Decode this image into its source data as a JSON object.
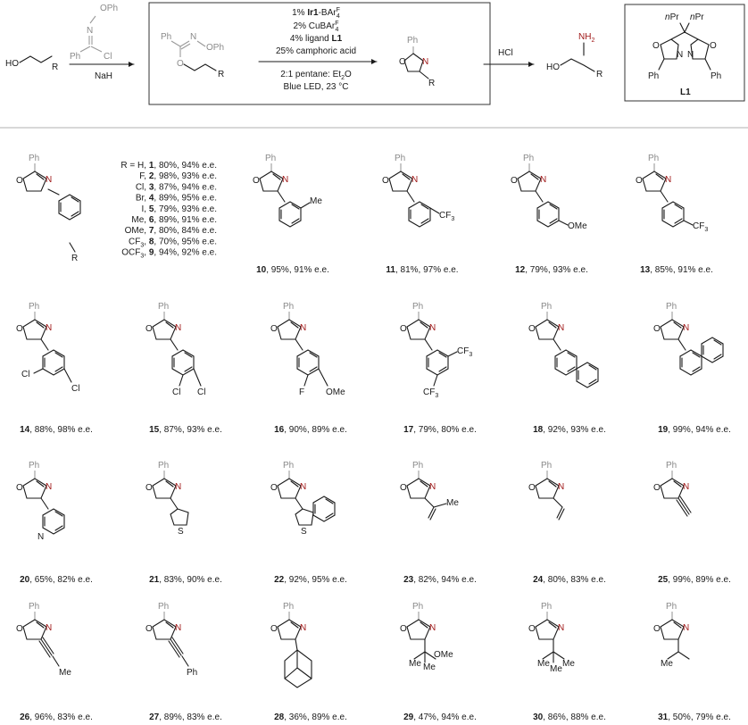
{
  "scheme": {
    "start_material_label": "HO",
    "start_r": "R",
    "reagent_top": {
      "o_label": "OPh",
      "n_label": "N",
      "ph_label": "Ph",
      "cl_label": "Cl"
    },
    "base": "NaH",
    "intermediate": {
      "ph": "Ph",
      "n": "N",
      "oph": "OPh",
      "o": "O",
      "r": "R"
    },
    "conditions": [
      {
        "pre": "1% ",
        "bold": "Ir1",
        "post": "-BAr",
        "sup": "F",
        "sub": "4"
      },
      {
        "pre": "2% CuBAr",
        "sup": "F",
        "sub": "4"
      },
      {
        "pre": "4% ligand ",
        "bold": "L1"
      },
      {
        "pre": "25% camphoric acid"
      },
      {
        "pre": "2:1 pentane: Et",
        "sub": "2",
        "post": "O"
      },
      {
        "pre": "Blue LED, 23 °C"
      }
    ],
    "hcl": "HCl",
    "product": {
      "ph": "Ph",
      "o": "O",
      "n": "N",
      "r": "R"
    },
    "amine": {
      "nh": "NH",
      "sub": "2",
      "ho": "HO",
      "r": "R"
    },
    "ligand": {
      "label": "L1",
      "npr1": "Pr",
      "npr2": "Pr",
      "pre_n": "n",
      "o1": "O",
      "o2": "O",
      "n1": "N",
      "n2": "N",
      "ph1": "Ph",
      "ph2": "Ph"
    }
  },
  "series_1": {
    "lines": [
      {
        "text": "R = H, ",
        "num": "1",
        "rest": ", 80%, 94% e.e."
      },
      {
        "text": "F, ",
        "num": "2",
        "rest": ", 98%, 93% e.e."
      },
      {
        "text": "Cl, ",
        "num": "3",
        "rest": ", 87%, 94% e.e."
      },
      {
        "text": "Br, ",
        "num": "4",
        "rest": ", 89%, 95% e.e."
      },
      {
        "text": "I, ",
        "num": "5",
        "rest": ", 79%, 93% e.e."
      },
      {
        "text": "Me, ",
        "num": "6",
        "rest": ", 89%, 91% e.e."
      },
      {
        "text": "OMe, ",
        "num": "7",
        "rest": ", 80%, 84% e.e."
      },
      {
        "text": "CF",
        "sub": "3",
        "text2": ", ",
        "num": "8",
        "rest": ", 70%, 95% e.e."
      },
      {
        "text": "OCF",
        "sub": "3",
        "text2": ", ",
        "num": "9",
        "rest": ", 94%, 92% e.e."
      }
    ],
    "r_label": "R"
  },
  "compounds": [
    {
      "num": "10",
      "rest": ", 95%, 91% e.e."
    },
    {
      "num": "11",
      "rest": ", 81%, 97% e.e."
    },
    {
      "num": "12",
      "rest": ", 79%, 93% e.e."
    },
    {
      "num": "13",
      "rest": ", 85%, 91% e.e."
    },
    {
      "num": "14",
      "rest": ", 88%, 98% e.e."
    },
    {
      "num": "15",
      "rest": ", 87%, 93% e.e."
    },
    {
      "num": "16",
      "rest": ", 90%, 89% e.e."
    },
    {
      "num": "17",
      "rest": ", 79%, 80% e.e."
    },
    {
      "num": "18",
      "rest": ", 92%, 93% e.e."
    },
    {
      "num": "19",
      "rest": ", 99%, 94% e.e."
    },
    {
      "num": "20",
      "rest": ", 65%, 82% e.e."
    },
    {
      "num": "21",
      "rest": ", 83%, 90% e.e."
    },
    {
      "num": "22",
      "rest": ", 92%, 95% e.e."
    },
    {
      "num": "23",
      "rest": ", 82%, 94% e.e."
    },
    {
      "num": "24",
      "rest": ", 80%, 83% e.e."
    },
    {
      "num": "25",
      "rest": ", 99%, 89% e.e."
    },
    {
      "num": "26",
      "rest": ", 96%, 83% e.e."
    },
    {
      "num": "27",
      "rest": ", 89%, 83% e.e."
    },
    {
      "num": "28",
      "rest": ", 36%, 89% e.e."
    },
    {
      "num": "29",
      "rest": ", 47%, 94% e.e."
    },
    {
      "num": "30",
      "rest": ", 86%, 88% e.e."
    },
    {
      "num": "31",
      "rest": ", 50%, 79% e.e."
    }
  ],
  "substituents": {
    "me": "Me",
    "cf3": "CF",
    "three": "3",
    "ome": "OMe",
    "cl": "Cl",
    "f": "F",
    "n": "N",
    "s": "S",
    "ph": "Ph",
    "oxazoline_ph": "Ph",
    "oxazoline_o": "O",
    "oxazoline_n": "N"
  },
  "colors": {
    "accent": "#a01818",
    "ink": "#1a1a1a",
    "grey": "#8a8a8a"
  }
}
